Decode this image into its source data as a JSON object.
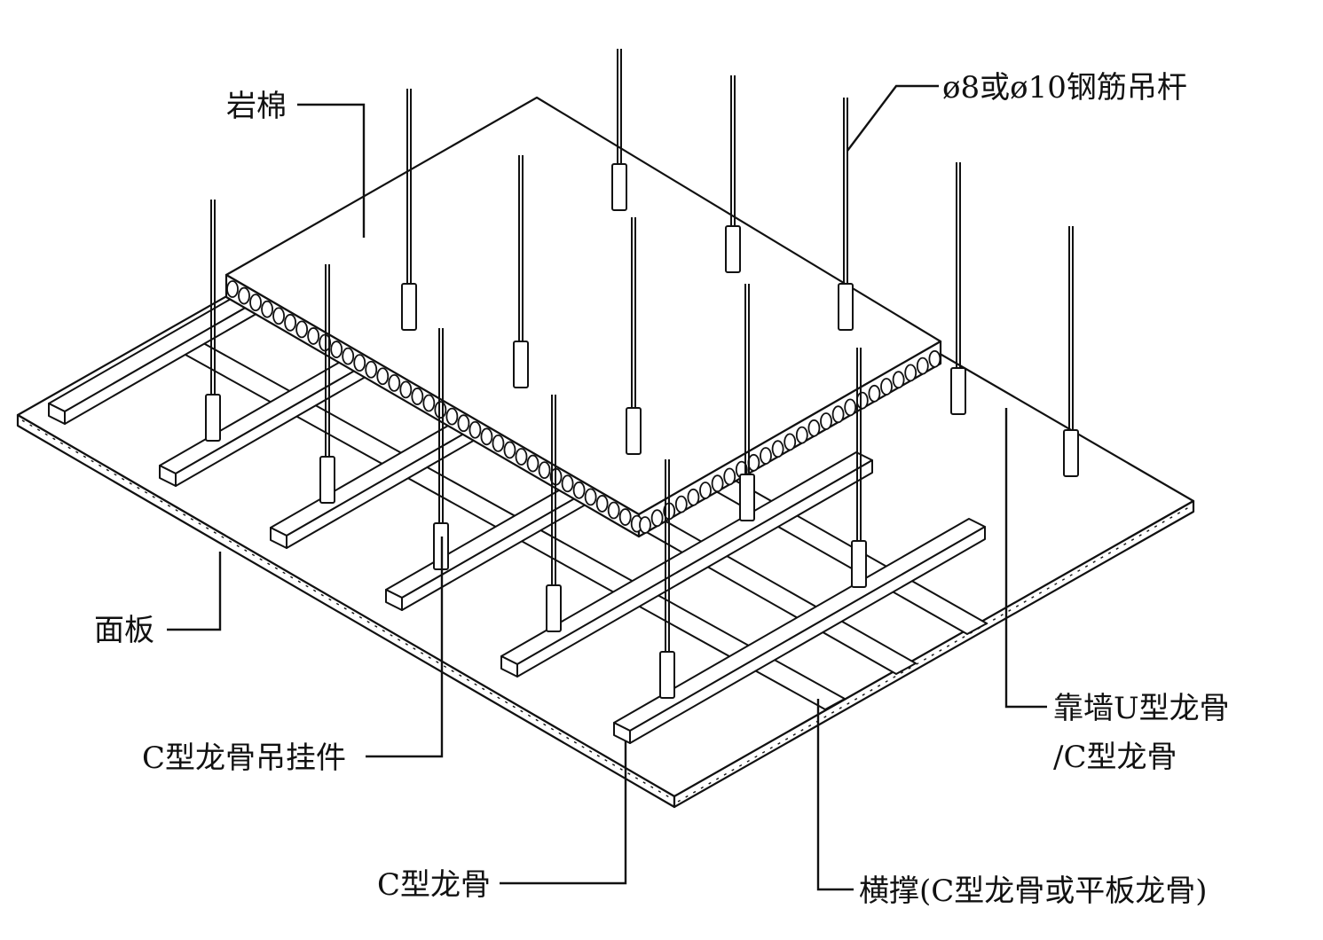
{
  "diagram": {
    "labels": {
      "rock_wool": "岩棉",
      "steel_rod": "ø8或ø10钢筋吊杆",
      "panel": "面板",
      "c_hanger": "C型龙骨吊挂件",
      "wall_u_line1": "靠墙U型龙骨",
      "wall_u_line2": "/C型龙骨",
      "c_keel": "C型龙骨",
      "cross_brace": "横撑(C型龙骨或平板龙骨)"
    },
    "colors": {
      "line": "#111111",
      "background": "#ffffff"
    }
  }
}
